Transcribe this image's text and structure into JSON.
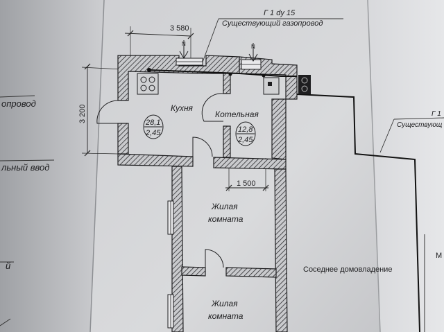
{
  "plan": {
    "gas_pipe_label_main": "Г 1 dy 15",
    "gas_pipe_label_existing": "Существующий газопровод",
    "gas_pipe_label_right_code": "Г 1",
    "gas_pipe_label_right_existing": "Существующ",
    "left_page_fragment_1": "опровод",
    "left_page_fragment_2": "льный ввод",
    "left_page_fragment_3": "й",
    "right_page_fragment": "М",
    "dimension_top": "3 580",
    "dimension_left": "3 200",
    "dimension_inner": "1 500",
    "north_marker": "N",
    "rooms": [
      {
        "name": "Кухня",
        "area": "28,1",
        "height": "2,45"
      },
      {
        "name": "Котельная",
        "area": "12,8",
        "height": "2,45"
      },
      {
        "name_line1": "Жилая",
        "name_line2": "комната"
      },
      {
        "name_line1": "Жилая",
        "name_line2": "комната"
      }
    ],
    "neighbor_label": "Соседнее домовладение"
  }
}
